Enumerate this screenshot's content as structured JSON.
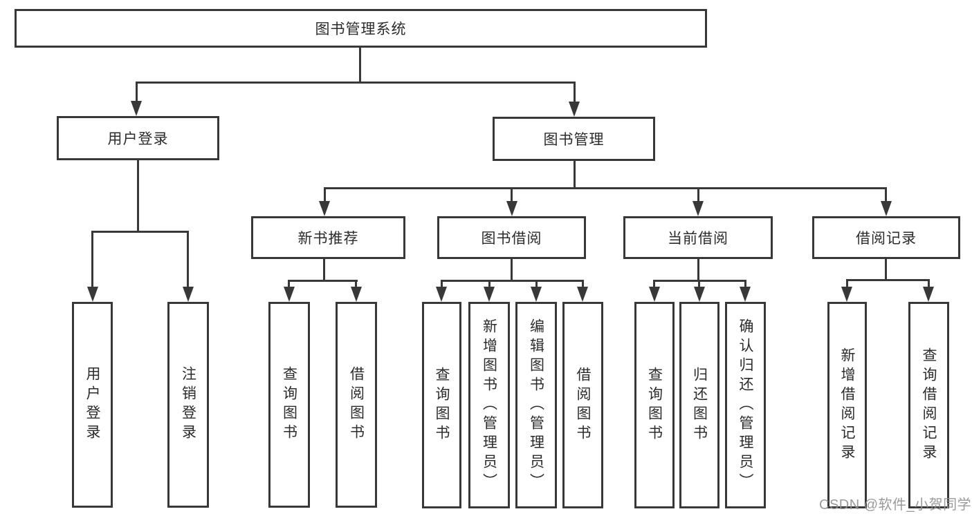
{
  "tree": {
    "root": {
      "label": "图书管理系统",
      "children": [
        {
          "label": "用户登录",
          "children": [
            {
              "label": "用户登录"
            },
            {
              "label": "注销登录"
            }
          ]
        },
        {
          "label": "图书管理",
          "children": [
            {
              "label": "新书推荐",
              "children": [
                {
                  "label": "查询图书"
                },
                {
                  "label": "借阅图书"
                }
              ]
            },
            {
              "label": "图书借阅",
              "children": [
                {
                  "label": "查询图书"
                },
                {
                  "label": "新增图书（管理员）"
                },
                {
                  "label": "编辑图书（管理员）"
                },
                {
                  "label": "借阅图书"
                }
              ]
            },
            {
              "label": "当前借阅",
              "children": [
                {
                  "label": "查询图书"
                },
                {
                  "label": "归还图书"
                },
                {
                  "label": "确认归还（管理员）"
                }
              ]
            },
            {
              "label": "借阅记录",
              "children": [
                {
                  "label": "新增借阅记录"
                },
                {
                  "label": "查询借阅记录"
                }
              ]
            }
          ]
        }
      ]
    }
  },
  "watermark": {
    "text": "CSDN @软件_小贺同学"
  },
  "colors": {
    "line": "#383838",
    "text": "#2b2b2b",
    "watermark": "#919191",
    "background": "#ffffff"
  }
}
